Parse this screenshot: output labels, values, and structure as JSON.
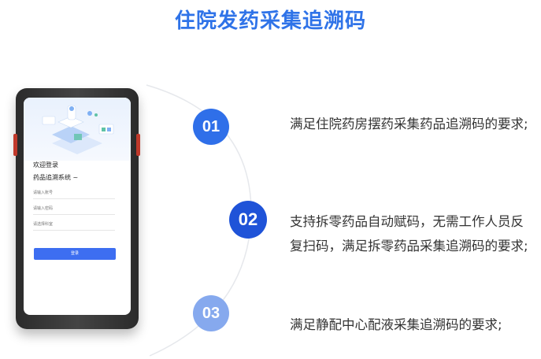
{
  "title": "住院发药采集追溯码",
  "phone": {
    "welcome": "欢迎登录",
    "system_name": "药品追溯系统 ~",
    "fields": [
      {
        "placeholder": "请输入账号"
      },
      {
        "placeholder": "请输入密码"
      },
      {
        "placeholder": "请选择科室"
      }
    ],
    "login_label": "登录"
  },
  "items": [
    {
      "number": "01",
      "text": "满足住院药房摆药采集药品追溯码的要求;"
    },
    {
      "number": "02",
      "text": "支持拆零药品自动赋码，无需工作人员反复扫码，满足拆零药品采集追溯码的要求;"
    },
    {
      "number": "03",
      "text": "满足静配中心配液采集追溯码的要求;"
    }
  ],
  "colors": {
    "title": "#2f73e8",
    "circle_01": "#2f6fe9",
    "circle_02": "#1f53d8",
    "circle_03": "#86a9ee",
    "login_button": "#3d6ef1"
  }
}
